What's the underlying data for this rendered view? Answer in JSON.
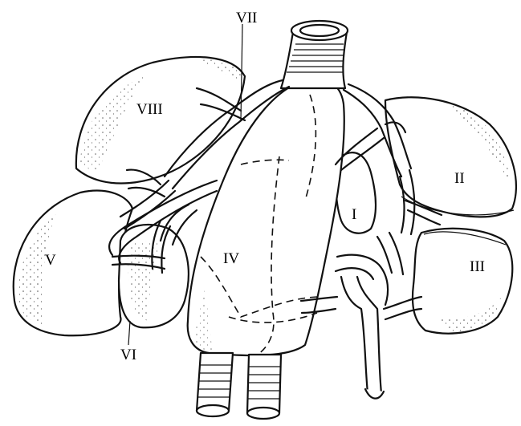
{
  "labels": {
    "seg_I": "I",
    "seg_II": "II",
    "seg_III": "III",
    "seg_IV": "IV",
    "seg_V": "V",
    "seg_VI": "VI",
    "seg_VII": "VII",
    "seg_VIII": "VIII"
  },
  "colors": {
    "ink": "#111111",
    "paper": "#ffffff"
  }
}
